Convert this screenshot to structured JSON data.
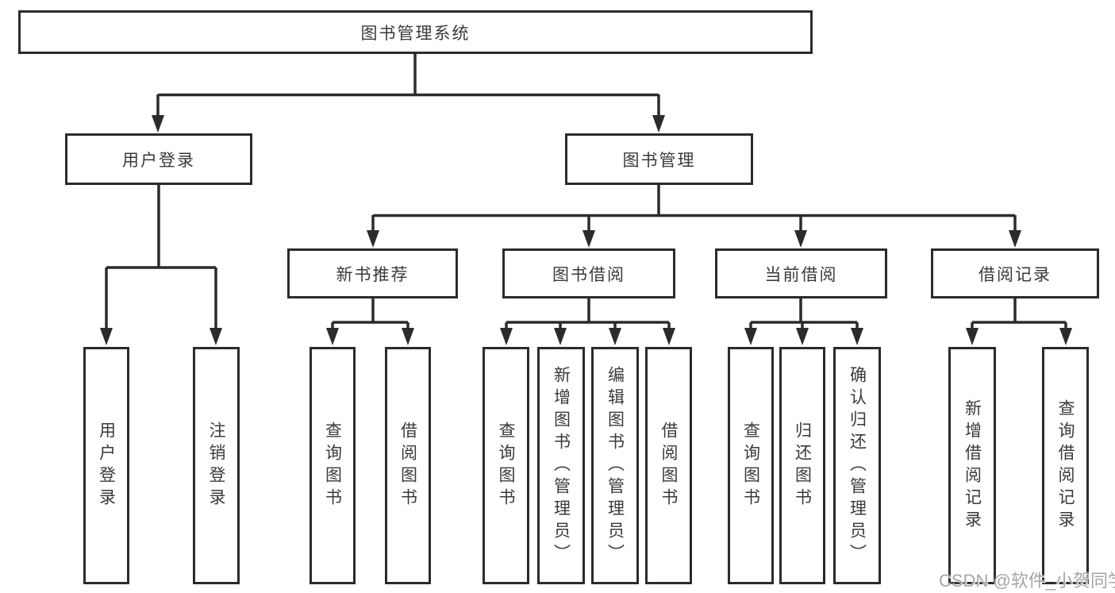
{
  "tree": {
    "root": "图书管理系统",
    "children": [
      {
        "label": "用户登录",
        "children": [
          "用户登录",
          "注销登录"
        ]
      },
      {
        "label": "图书管理",
        "children": [
          {
            "label": "新书推荐",
            "children": [
              "查询图书",
              "借阅图书"
            ]
          },
          {
            "label": "图书借阅",
            "children": [
              "查询图书",
              "新增图书（管理员）",
              "编辑图书（管理员）",
              "借阅图书"
            ]
          },
          {
            "label": "当前借阅",
            "children": [
              "查询图书",
              "归还图书",
              "确认归还（管理员）"
            ]
          },
          {
            "label": "借阅记录",
            "children": [
              "新增借阅记录",
              "查询借阅记录"
            ]
          }
        ]
      }
    ]
  },
  "watermark": {
    "text": "CSDN @软件_小贺同学"
  },
  "colors": {
    "line": "#2b2b2b",
    "node_border": "#2b2b2b",
    "node_text": "#3a3a3a",
    "watermark_text": "#a6a6a6",
    "background": "#ffffff"
  }
}
